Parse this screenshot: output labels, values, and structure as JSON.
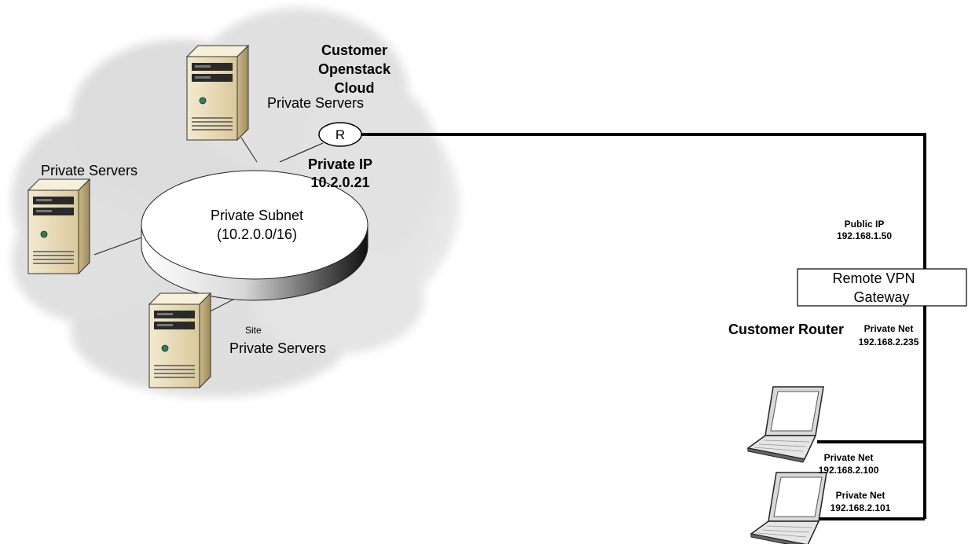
{
  "cloud": {
    "title_lines": [
      "Customer",
      "Openstack",
      "Cloud"
    ]
  },
  "servers": {
    "top_label": "Private Servers",
    "left_label": "Private Servers",
    "bottom_label": "Private Servers",
    "site_label": "Site"
  },
  "subnet": {
    "name": "Private Subnet",
    "cidr": "(10.2.0.0/16)"
  },
  "router": {
    "symbol": "R",
    "private_ip_label": "Private IP",
    "private_ip": "10.2.0.21"
  },
  "vpn": {
    "public_ip_label": "Public IP",
    "public_ip": "192.168.1.50",
    "gateway_lines": [
      "Remote VPN",
      "Gateway"
    ]
  },
  "customer_router": {
    "label": "Customer Router",
    "net_label": "Private Net",
    "net_ip": "192.168.2.235"
  },
  "laptops": [
    {
      "net_label": "Private Net",
      "ip": "192.168.2.100"
    },
    {
      "net_label": "Private Net",
      "ip": "192.168.2.101"
    }
  ],
  "colors": {
    "cloud": "#e2e2e2",
    "server_body": "#e8dcb5",
    "link": "#000000"
  }
}
